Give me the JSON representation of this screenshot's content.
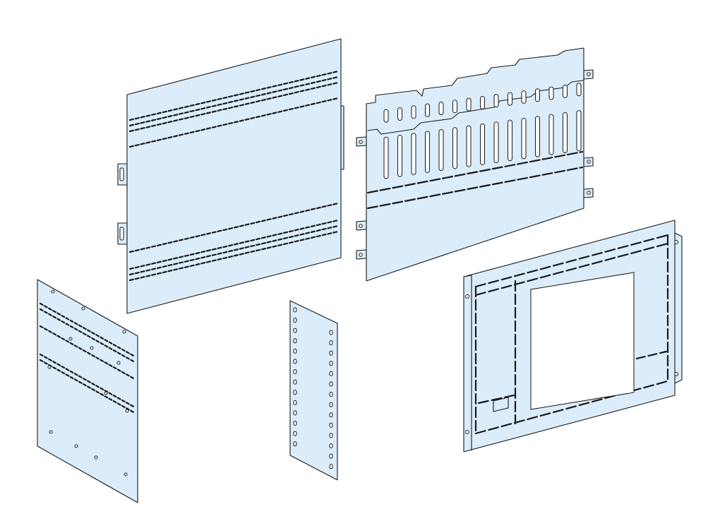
{
  "colors": {
    "plate_fill": "#dbecfa",
    "line": "#1a1a1a",
    "background": "#ffffff"
  },
  "parts": [
    {
      "id": "large-perforated-plate"
    },
    {
      "id": "slotted-plate"
    },
    {
      "id": "small-perforated-plate"
    },
    {
      "id": "narrow-side-plate"
    },
    {
      "id": "cutout-frame-plate"
    }
  ]
}
